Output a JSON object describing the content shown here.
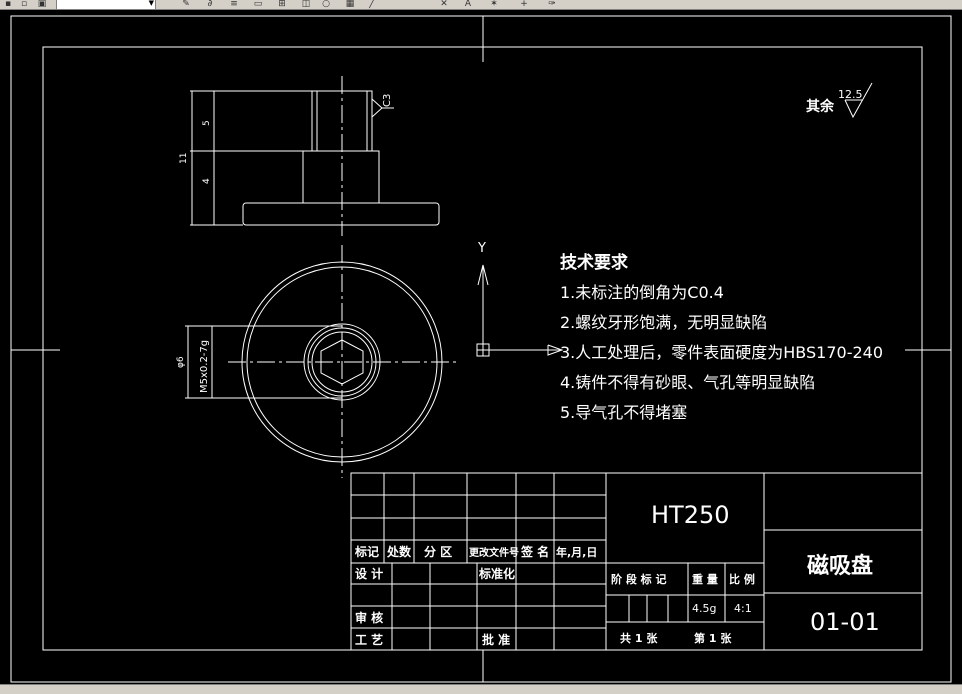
{
  "toolbar": {
    "layer_value": "",
    "buttons": [
      "pencil-icon",
      "link-icon",
      "layer-icon",
      "copy-icon",
      "move-icon",
      "rotate-icon",
      "properties-icon",
      "match-icon",
      "line-icon",
      "cross-icon",
      "text-icon",
      "plus-icon",
      "paint-icon"
    ]
  },
  "statusbar": {
    "text": ""
  },
  "drawing": {
    "dimensions": {
      "total_height": "11",
      "upper_height": "5",
      "lower_height": "4",
      "chamfer": "C3",
      "thread": "M5x0.2-7g",
      "diameter": "φ6"
    },
    "surface_finish": {
      "label": "其余",
      "value": "12.5"
    },
    "ucs": {
      "y_label": "Y"
    },
    "tech_requirements": {
      "title": "技术要求",
      "items": [
        "1.未标注的倒角为C0.4",
        "2.螺纹牙形饱满，无明显缺陷",
        "3.人工处理后，零件表面硬度为HBS170-240",
        "4.铸件不得有砂眼、气孔等明显缺陷",
        "5.导气孔不得堵塞"
      ]
    },
    "title_block": {
      "material": "HT250",
      "part_name": "磁吸盘",
      "drawing_number": "01-01",
      "row_labels": {
        "mark": "标记",
        "count": "处数",
        "zone": "分 区",
        "change_doc": "更改文件号",
        "signature": "签 名",
        "date": "年,月,日"
      },
      "design": "设 计",
      "standardize": "标准化",
      "review": "审 核",
      "process": "工 艺",
      "approve": "批 准",
      "stage_mark": "阶 段 标 记",
      "weight": "重 量",
      "scale": "比 例",
      "weight_value": "4.5g",
      "scale_value": "4:1",
      "total_sheets": "共 1   张",
      "sheet_no": "第 1   张"
    }
  },
  "colors": {
    "background": "#000000",
    "lines": "#ffffff",
    "toolbar": "#d4d0c8"
  }
}
